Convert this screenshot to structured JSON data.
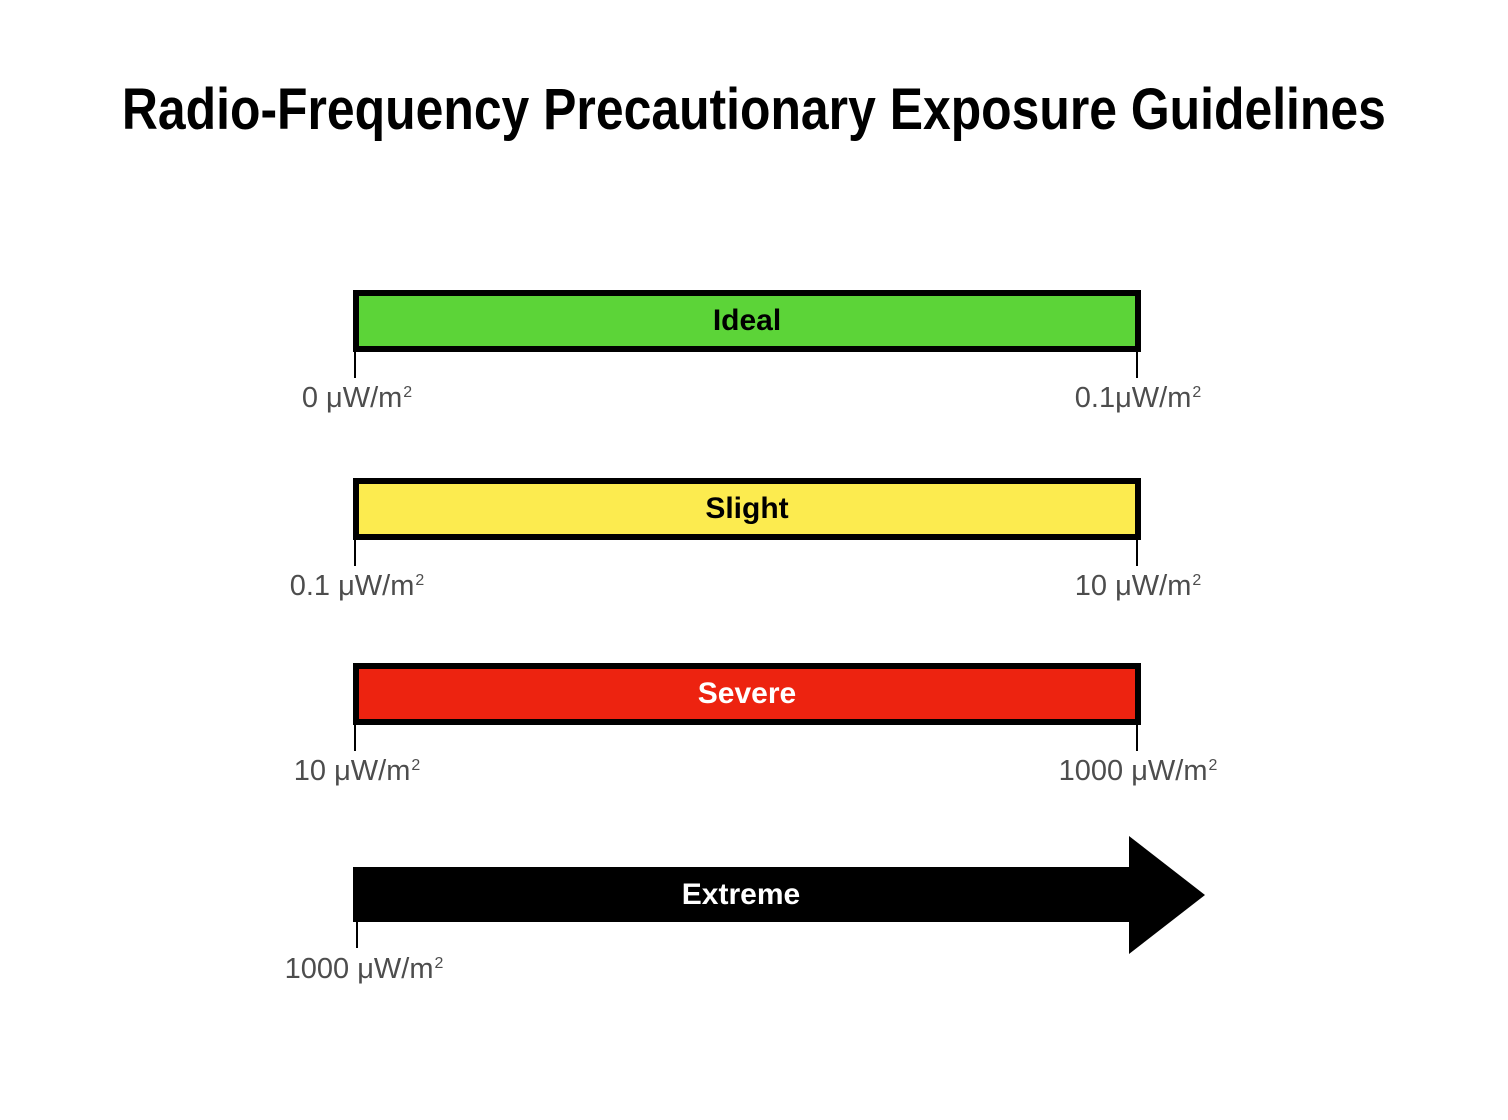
{
  "title": "Radio-Frequency Precautionary Exposure Guidelines",
  "scale_bars": [
    {
      "name": "ideal",
      "label": "Ideal",
      "fill_color": "#5CD438",
      "text_color": "#000000",
      "range_start": {
        "value": "0 μW/m",
        "sup": "2"
      },
      "range_end": {
        "value": "0.1μW/m",
        "sup": "2"
      }
    },
    {
      "name": "slight",
      "label": "Slight",
      "fill_color": "#FCEB4F",
      "text_color": "#000000",
      "range_start": {
        "value": "0.1 μW/m",
        "sup": "2"
      },
      "range_end": {
        "value": "10 μW/m",
        "sup": "2"
      }
    },
    {
      "name": "severe",
      "label": "Severe",
      "fill_color": "#ED2310",
      "text_color": "#FFFFFF",
      "range_start": {
        "value": "10 μW/m",
        "sup": "2"
      },
      "range_end": {
        "value": "1000 μW/m",
        "sup": "2"
      }
    },
    {
      "name": "extreme",
      "label": "Extreme",
      "fill_color": "#000000",
      "text_color": "#FFFFFF",
      "range_start": {
        "value": "1000 μW/m",
        "sup": "2"
      }
    }
  ]
}
